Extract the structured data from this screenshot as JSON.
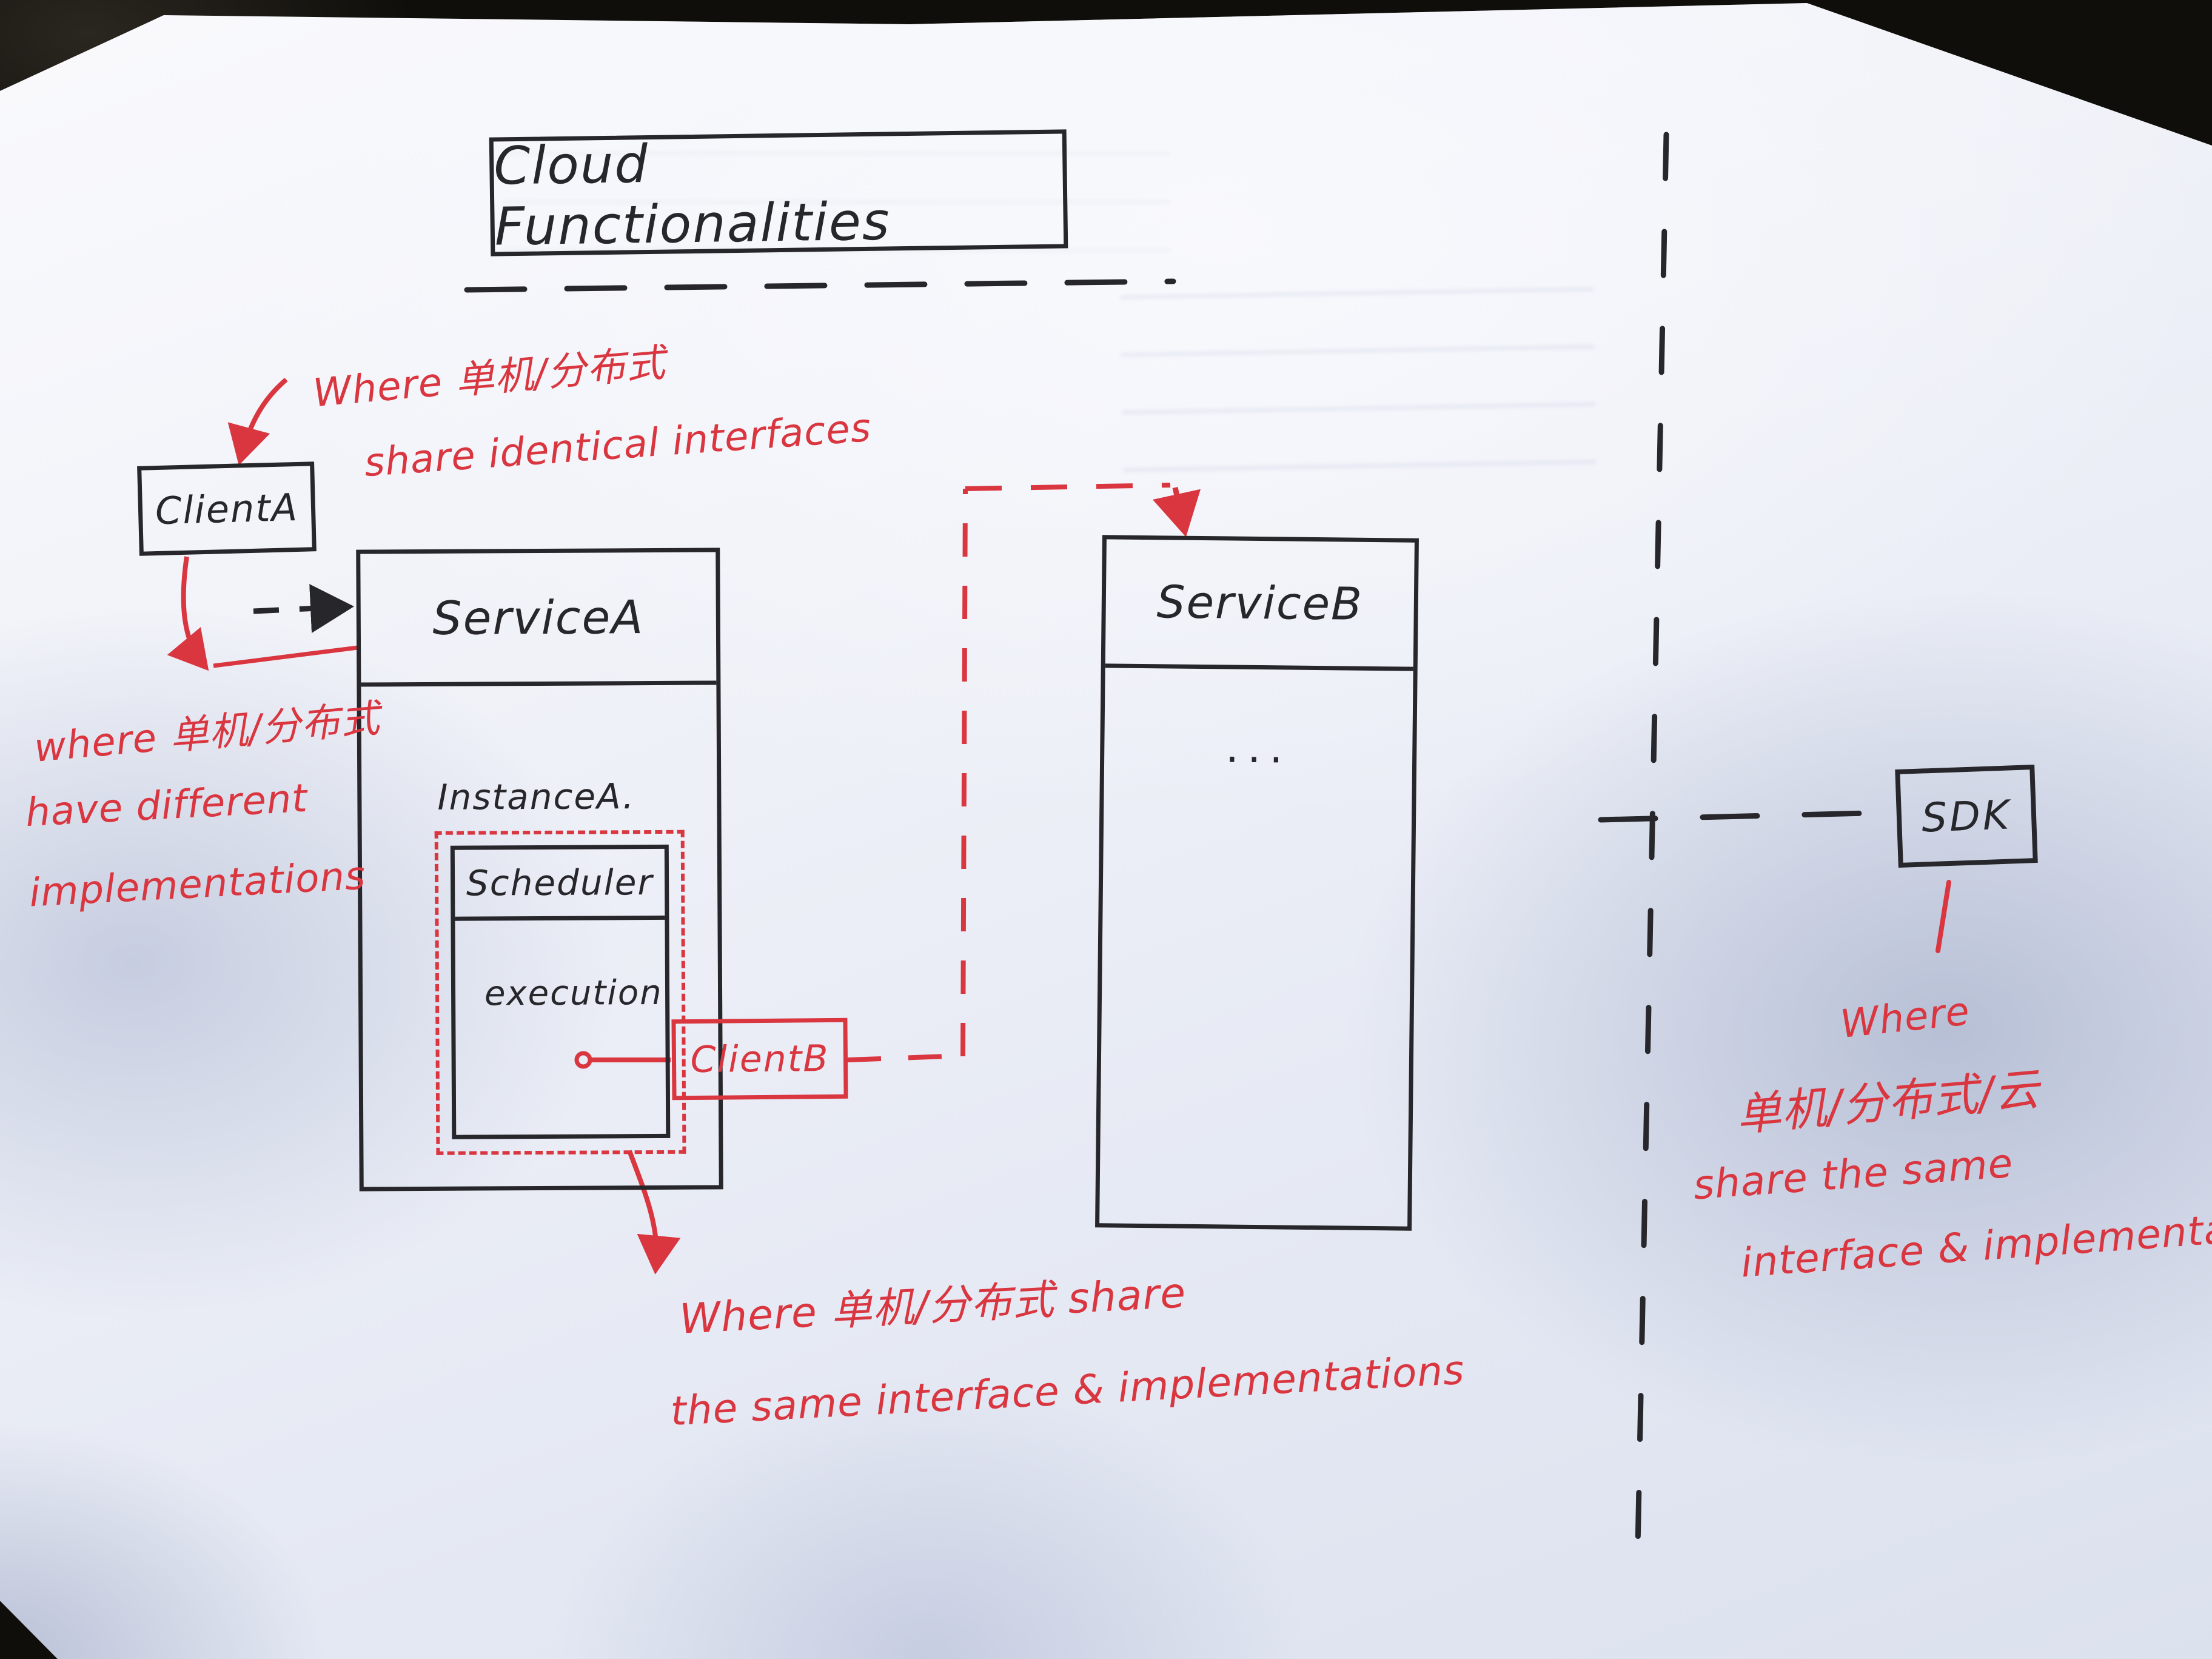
{
  "colors": {
    "ink": "#26262b",
    "red": "#d93640",
    "paper": "#f2f3f8"
  },
  "title": {
    "label": "Cloud Functionalities"
  },
  "nodes": {
    "client_a": {
      "label": "ClientA"
    },
    "service_a": {
      "label": "ServiceA"
    },
    "instance_a": {
      "label": "InstanceA."
    },
    "scheduler": {
      "label": "Scheduler"
    },
    "execution": {
      "label": "execution"
    },
    "client_b": {
      "label": "ClientB"
    },
    "service_b": {
      "label": "ServiceB",
      "body": "..."
    },
    "sdk": {
      "label": "SDK"
    }
  },
  "annotations": {
    "top": {
      "color": "#d93640",
      "lines": [
        "Where 单机/分布式",
        "share identical interfaces"
      ]
    },
    "left": {
      "color": "#d93640",
      "lines": [
        "where 单机/分布式",
        "have different",
        "implementations"
      ]
    },
    "bottom": {
      "color": "#d93640",
      "lines": [
        "Where 单机/分布式 share",
        "the same interface & implementations"
      ]
    },
    "right": {
      "color": "#d93640",
      "lines": [
        "Where",
        "单机/分布式/云",
        "share the same",
        "interface & implementation"
      ]
    }
  },
  "edges": [
    {
      "from": "client_a",
      "to": "service_a",
      "style": "black-dashed-arrow"
    },
    {
      "from": "execution",
      "to": "client_b",
      "style": "red-solid"
    },
    {
      "from": "client_b",
      "to": "service_b",
      "style": "red-dashed-arrow"
    },
    {
      "from": "dashed-separator",
      "to": "sdk",
      "style": "black-dashed"
    }
  ]
}
